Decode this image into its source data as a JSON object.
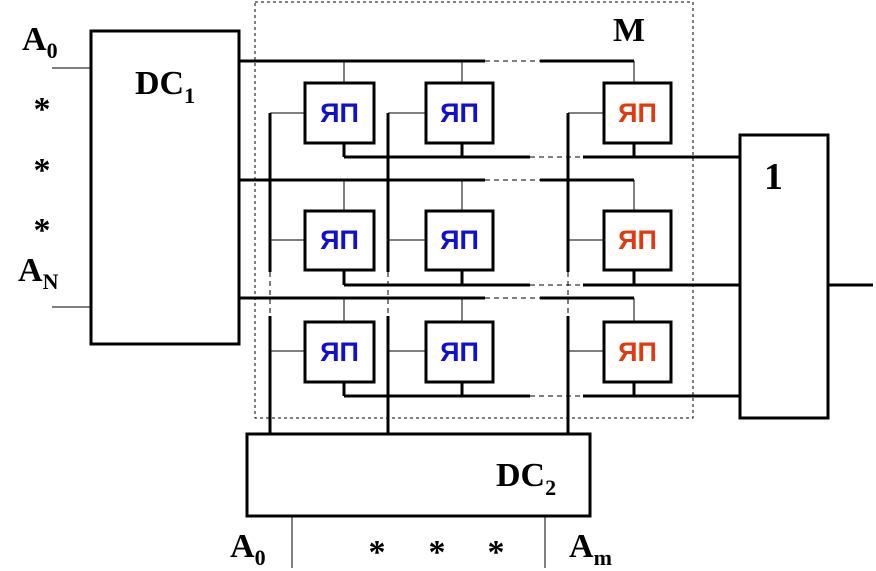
{
  "diagram": {
    "dc1": {
      "name": "DC",
      "sub": "1"
    },
    "dc2": {
      "name": "DC",
      "sub": "2"
    },
    "memory_label": "M",
    "or_gate_label": "1",
    "left_inputs": {
      "first": {
        "name": "A",
        "sub": "0"
      },
      "stars": [
        "*",
        "*",
        "*"
      ],
      "last": {
        "name": "A",
        "sub": "N"
      }
    },
    "bottom_inputs": {
      "first": {
        "name": "A",
        "sub": "0"
      },
      "stars": [
        "*",
        "*",
        "*"
      ],
      "last": {
        "name": "A",
        "sub": "m"
      }
    },
    "cell_label": "ЯП",
    "cell_colors": {
      "normal": "#1010d0",
      "last_column": "#e03a10"
    },
    "cells": [
      {
        "row": 1,
        "col": 1,
        "label": "ЯП",
        "color": "#1010d0"
      },
      {
        "row": 1,
        "col": 2,
        "label": "ЯП",
        "color": "#1010d0"
      },
      {
        "row": 1,
        "col": 3,
        "label": "ЯП",
        "color": "#e03a10"
      },
      {
        "row": 2,
        "col": 1,
        "label": "ЯП",
        "color": "#1010d0"
      },
      {
        "row": 2,
        "col": 2,
        "label": "ЯП",
        "color": "#1010d0"
      },
      {
        "row": 2,
        "col": 3,
        "label": "ЯП",
        "color": "#e03a10"
      },
      {
        "row": 3,
        "col": 1,
        "label": "ЯП",
        "color": "#1010d0"
      },
      {
        "row": 3,
        "col": 2,
        "label": "ЯП",
        "color": "#1010d0"
      },
      {
        "row": 3,
        "col": 3,
        "label": "ЯП",
        "color": "#e03a10"
      }
    ]
  }
}
